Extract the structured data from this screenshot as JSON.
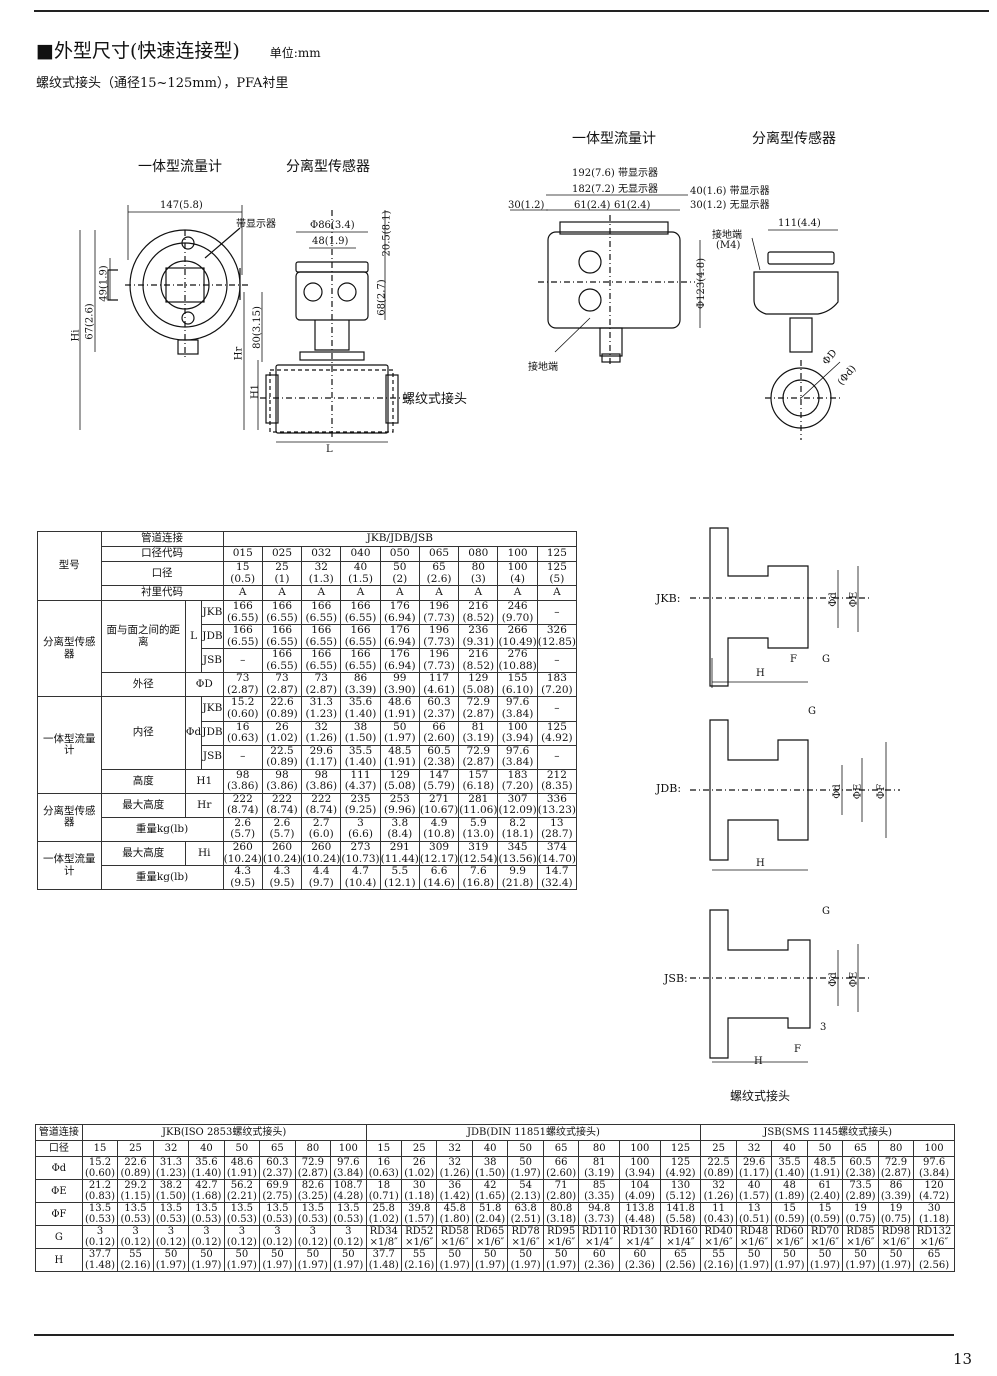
{
  "header": {
    "title": "■外型尺寸(快速连接型)",
    "unit": "单位:mm",
    "subtitle": "螺纹式接头（通径15~125mm），PFA衬里",
    "page_number": "13"
  },
  "drawing_left": {
    "label_integral": "一体型流量计",
    "label_separate": "分离型传感器",
    "dim_147": "147(5.8)",
    "dim_display": "带显示器",
    "dim_phi86": "Φ86(3.4)",
    "dim_48": "48(1.9)",
    "dim_20_5": "20.5(8.1)",
    "dim_68": "68(2.7)",
    "dim_80": "80(3.15)",
    "dim_49": "49(1.9)",
    "dim_67": "67(2.6)",
    "dim_hi": "Hi",
    "dim_hr": "Hr",
    "dim_h1": "H1",
    "dim_l": "L",
    "thread_label": "螺纹式接头"
  },
  "drawing_right": {
    "label_integral": "一体型流量计",
    "label_separate": "分离型传感器",
    "dim_192": "192(7.6) 带显示器",
    "dim_182": "182(7.2) 无显示器",
    "dim_30_left": "30(1.2)",
    "dim_61a": "61(2.4)",
    "dim_61b": "61(2.4)",
    "dim_40": "40(1.6) 带显示器",
    "dim_30_right": "30(1.2) 无显示器",
    "ground_terminal": "接地端",
    "ground_m4": "(M4)",
    "ground_terminal_bottom": "接地端",
    "dim_phi123": "Φ123(4.8)",
    "dim_111": "111(4.4)",
    "dim_phid_upper": "ΦD",
    "dim_phid_lower": "(Φd)"
  },
  "fittings": {
    "jkb": "JKB:",
    "jdb": "JDB:",
    "jsb": "JSB:",
    "phi_d": "Φd",
    "phi_e": "ΦE",
    "phi_f": "ΦF",
    "f": "F",
    "g": "G",
    "h": "H",
    "three": "3",
    "caption": "螺纹式接头"
  },
  "table1": {
    "model": "型号",
    "pipe_conn": "管道连接",
    "pipe_conn_value": "JKB/JDB/JSB",
    "size_code": "口径代码",
    "bore": "口径",
    "lining_code": "衬里代码",
    "sep_sensor": "分离型传感器",
    "integral": "一体型流量计",
    "face_dist": "面与面之间的距离",
    "L": "L",
    "JKB": "JKB",
    "JDB": "JDB",
    "JSB": "JSB",
    "outer_dia": "外径",
    "phiD": "ΦD",
    "inner_dia": "内径",
    "phid": "Φd",
    "height": "高度",
    "H1": "H1",
    "max_height": "最大高度",
    "Hr": "Hr",
    "Hi": "Hi",
    "weight": "重量kg(lb)",
    "codes": [
      "015",
      "025",
      "032",
      "040",
      "050",
      "065",
      "080",
      "100",
      "125"
    ],
    "bores": [
      [
        "15",
        "(0.5)"
      ],
      [
        "25",
        "(1)"
      ],
      [
        "32",
        "(1.3)"
      ],
      [
        "40",
        "(1.5)"
      ],
      [
        "50",
        "(2)"
      ],
      [
        "65",
        "(2.6)"
      ],
      [
        "80",
        "(3)"
      ],
      [
        "100",
        "(4)"
      ],
      [
        "125",
        "(5)"
      ]
    ],
    "lining": [
      "A",
      "A",
      "A",
      "A",
      "A",
      "A",
      "A",
      "A",
      "A"
    ],
    "L_JKB": [
      [
        "166",
        "(6.55)"
      ],
      [
        "166",
        "(6.55)"
      ],
      [
        "166",
        "(6.55)"
      ],
      [
        "166",
        "(6.55)"
      ],
      [
        "176",
        "(6.94)"
      ],
      [
        "196",
        "(7.73)"
      ],
      [
        "216",
        "(8.52)"
      ],
      [
        "246",
        "(9.70)"
      ],
      [
        "–",
        ""
      ]
    ],
    "L_JDB": [
      [
        "166",
        "(6.55)"
      ],
      [
        "166",
        "(6.55)"
      ],
      [
        "166",
        "(6.55)"
      ],
      [
        "166",
        "(6.55)"
      ],
      [
        "176",
        "(6.94)"
      ],
      [
        "196",
        "(7.73)"
      ],
      [
        "236",
        "(9.31)"
      ],
      [
        "266",
        "(10.49)"
      ],
      [
        "326",
        "(12.85)"
      ]
    ],
    "L_JSB": [
      [
        "–",
        ""
      ],
      [
        "166",
        "(6.55)"
      ],
      [
        "166",
        "(6.55)"
      ],
      [
        "166",
        "(6.55)"
      ],
      [
        "176",
        "(6.94)"
      ],
      [
        "196",
        "(7.73)"
      ],
      [
        "216",
        "(8.52)"
      ],
      [
        "276",
        "(10.88)"
      ],
      [
        "–",
        ""
      ]
    ],
    "D": [
      [
        "73",
        "(2.87)"
      ],
      [
        "73",
        "(2.87)"
      ],
      [
        "73",
        "(2.87)"
      ],
      [
        "86",
        "(3.39)"
      ],
      [
        "99",
        "(3.90)"
      ],
      [
        "117",
        "(4.61)"
      ],
      [
        "129",
        "(5.08)"
      ],
      [
        "155",
        "(6.10)"
      ],
      [
        "183",
        "(7.20)"
      ]
    ],
    "d_JKB": [
      [
        "15.2",
        "(0.60)"
      ],
      [
        "22.6",
        "(0.89)"
      ],
      [
        "31.3",
        "(1.23)"
      ],
      [
        "35.6",
        "(1.40)"
      ],
      [
        "48.6",
        "(1.91)"
      ],
      [
        "60.3",
        "(2.37)"
      ],
      [
        "72.9",
        "(2.87)"
      ],
      [
        "97.6",
        "(3.84)"
      ],
      [
        "–",
        ""
      ]
    ],
    "d_JDB": [
      [
        "16",
        "(0.63)"
      ],
      [
        "26",
        "(1.02)"
      ],
      [
        "32",
        "(1.26)"
      ],
      [
        "38",
        "(1.50)"
      ],
      [
        "50",
        "(1.97)"
      ],
      [
        "66",
        "(2.60)"
      ],
      [
        "81",
        "(3.19)"
      ],
      [
        "100",
        "(3.94)"
      ],
      [
        "125",
        "(4.92)"
      ]
    ],
    "d_JSB": [
      [
        "–",
        ""
      ],
      [
        "22.5",
        "(0.89)"
      ],
      [
        "29.6",
        "(1.17)"
      ],
      [
        "35.5",
        "(1.40)"
      ],
      [
        "48.5",
        "(1.91)"
      ],
      [
        "60.5",
        "(2.38)"
      ],
      [
        "72.9",
        "(2.87)"
      ],
      [
        "97.6",
        "(3.84)"
      ],
      [
        "–",
        ""
      ]
    ],
    "H1_vals": [
      [
        "98",
        "(3.86)"
      ],
      [
        "98",
        "(3.86)"
      ],
      [
        "98",
        "(3.86)"
      ],
      [
        "111",
        "(4.37)"
      ],
      [
        "129",
        "(5.08)"
      ],
      [
        "147",
        "(5.79)"
      ],
      [
        "157",
        "(6.18)"
      ],
      [
        "183",
        "(7.20)"
      ],
      [
        "212",
        "(8.35)"
      ]
    ],
    "Hr_vals": [
      [
        "222",
        "(8.74)"
      ],
      [
        "222",
        "(8.74)"
      ],
      [
        "222",
        "(8.74)"
      ],
      [
        "235",
        "(9.25)"
      ],
      [
        "253",
        "(9.96)"
      ],
      [
        "271",
        "(10.67)"
      ],
      [
        "281",
        "(11.06)"
      ],
      [
        "307",
        "(12.09)"
      ],
      [
        "336",
        "(13.23)"
      ]
    ],
    "W_sep": [
      [
        "2.6",
        "(5.7)"
      ],
      [
        "2.6",
        "(5.7)"
      ],
      [
        "2.7",
        "(6.0)"
      ],
      [
        "3",
        "(6.6)"
      ],
      [
        "3.8",
        "(8.4)"
      ],
      [
        "4.9",
        "(10.8)"
      ],
      [
        "5.9",
        "(13.0)"
      ],
      [
        "8.2",
        "(18.1)"
      ],
      [
        "13",
        "(28.7)"
      ]
    ],
    "Hi_vals": [
      [
        "260",
        "(10.24)"
      ],
      [
        "260",
        "(10.24)"
      ],
      [
        "260",
        "(10.24)"
      ],
      [
        "273",
        "(10.73)"
      ],
      [
        "291",
        "(11.44)"
      ],
      [
        "309",
        "(12.17)"
      ],
      [
        "319",
        "(12.54)"
      ],
      [
        "345",
        "(13.56)"
      ],
      [
        "374",
        "(14.70)"
      ]
    ],
    "W_int": [
      [
        "4.3",
        "(9.5)"
      ],
      [
        "4.3",
        "(9.5)"
      ],
      [
        "4.4",
        "(9.7)"
      ],
      [
        "4.7",
        "(10.4)"
      ],
      [
        "5.5",
        "(12.1)"
      ],
      [
        "6.6",
        "(14.6)"
      ],
      [
        "7.6",
        "(16.8)"
      ],
      [
        "9.9",
        "(21.8)"
      ],
      [
        "14.7",
        "(32.4)"
      ]
    ]
  },
  "table2": {
    "pipe_conn": "管道连接",
    "bore": "口径",
    "jkb_head": "JKB(ISO 2853螺纹式接头)",
    "jdb_head": "JDB(DIN 11851螺纹式接头)",
    "jsb_head": "JSB(SMS 1145螺纹式接头)",
    "row_labels": [
      "Φd",
      "ΦE",
      "ΦF",
      "G",
      "H"
    ],
    "sizes": [
      "15",
      "25",
      "32",
      "40",
      "50",
      "65",
      "80",
      "100",
      "15",
      "25",
      "32",
      "40",
      "50",
      "65",
      "80",
      "100",
      "125",
      "25",
      "32",
      "40",
      "50",
      "65",
      "80",
      "100"
    ],
    "phid": [
      [
        "15.2",
        "(0.60)"
      ],
      [
        "22.6",
        "(0.89)"
      ],
      [
        "31.3",
        "(1.23)"
      ],
      [
        "35.6",
        "(1.40)"
      ],
      [
        "48.6",
        "(1.91)"
      ],
      [
        "60.3",
        "(2.37)"
      ],
      [
        "72.9",
        "(2.87)"
      ],
      [
        "97.6",
        "(3.84)"
      ],
      [
        "16",
        "(0.63)"
      ],
      [
        "26",
        "(1.02)"
      ],
      [
        "32",
        "(1.26)"
      ],
      [
        "38",
        "(1.50)"
      ],
      [
        "50",
        "(1.97)"
      ],
      [
        "66",
        "(2.60)"
      ],
      [
        "81",
        "(3.19)"
      ],
      [
        "100",
        "(3.94)"
      ],
      [
        "125",
        "(4.92)"
      ],
      [
        "22.5",
        "(0.89)"
      ],
      [
        "29.6",
        "(1.17)"
      ],
      [
        "35.5",
        "(1.40)"
      ],
      [
        "48.5",
        "(1.91)"
      ],
      [
        "60.5",
        "(2.38)"
      ],
      [
        "72.9",
        "(2.87)"
      ],
      [
        "97.6",
        "(3.84)"
      ]
    ],
    "phiE": [
      [
        "21.2",
        "(0.83)"
      ],
      [
        "29.2",
        "(1.15)"
      ],
      [
        "38.2",
        "(1.50)"
      ],
      [
        "42.7",
        "(1.68)"
      ],
      [
        "56.2",
        "(2.21)"
      ],
      [
        "69.9",
        "(2.75)"
      ],
      [
        "82.6",
        "(3.25)"
      ],
      [
        "108.7",
        "(4.28)"
      ],
      [
        "18",
        "(0.71)"
      ],
      [
        "30",
        "(1.18)"
      ],
      [
        "36",
        "(1.42)"
      ],
      [
        "42",
        "(1.65)"
      ],
      [
        "54",
        "(2.13)"
      ],
      [
        "71",
        "(2.80)"
      ],
      [
        "85",
        "(3.35)"
      ],
      [
        "104",
        "(4.09)"
      ],
      [
        "130",
        "(5.12)"
      ],
      [
        "32",
        "(1.26)"
      ],
      [
        "40",
        "(1.57)"
      ],
      [
        "48",
        "(1.89)"
      ],
      [
        "61",
        "(2.40)"
      ],
      [
        "73.5",
        "(2.89)"
      ],
      [
        "86",
        "(3.39)"
      ],
      [
        "120",
        "(4.72)"
      ]
    ],
    "phiF": [
      [
        "13.5",
        "(0.53)"
      ],
      [
        "13.5",
        "(0.53)"
      ],
      [
        "13.5",
        "(0.53)"
      ],
      [
        "13.5",
        "(0.53)"
      ],
      [
        "13.5",
        "(0.53)"
      ],
      [
        "13.5",
        "(0.53)"
      ],
      [
        "13.5",
        "(0.53)"
      ],
      [
        "13.5",
        "(0.53)"
      ],
      [
        "25.8",
        "(1.02)"
      ],
      [
        "39.8",
        "(1.57)"
      ],
      [
        "45.8",
        "(1.80)"
      ],
      [
        "51.8",
        "(2.04)"
      ],
      [
        "63.8",
        "(2.51)"
      ],
      [
        "80.8",
        "(3.18)"
      ],
      [
        "94.8",
        "(3.73)"
      ],
      [
        "113.8",
        "(4.48)"
      ],
      [
        "141.8",
        "(5.58)"
      ],
      [
        "11",
        "(0.43)"
      ],
      [
        "13",
        "(0.51)"
      ],
      [
        "15",
        "(0.59)"
      ],
      [
        "15",
        "(0.59)"
      ],
      [
        "19",
        "(0.75)"
      ],
      [
        "19",
        "(0.75)"
      ],
      [
        "30",
        "(1.18)"
      ]
    ],
    "G": [
      [
        "3",
        "(0.12)"
      ],
      [
        "3",
        "(0.12)"
      ],
      [
        "3",
        "(0.12)"
      ],
      [
        "3",
        "(0.12)"
      ],
      [
        "3",
        "(0.12)"
      ],
      [
        "3",
        "(0.12)"
      ],
      [
        "3",
        "(0.12)"
      ],
      [
        "3",
        "(0.12)"
      ],
      [
        "RD34",
        "×1/8″"
      ],
      [
        "RD52",
        "×1/6″"
      ],
      [
        "RD58",
        "×1/6″"
      ],
      [
        "RD65",
        "×1/6″"
      ],
      [
        "RD78",
        "×1/6″"
      ],
      [
        "RD95",
        "×1/6″"
      ],
      [
        "RD110",
        "×1/4″"
      ],
      [
        "RD130",
        "×1/4″"
      ],
      [
        "RD160",
        "×1/4″"
      ],
      [
        "RD40",
        "×1/6″"
      ],
      [
        "RD48",
        "×1/6″"
      ],
      [
        "RD60",
        "×1/6″"
      ],
      [
        "RD70",
        "×1/6″"
      ],
      [
        "RD85",
        "×1/6″"
      ],
      [
        "RD98",
        "×1/6″"
      ],
      [
        "RD132",
        "×1/6″"
      ]
    ],
    "H": [
      [
        "37.7",
        "(1.48)"
      ],
      [
        "55",
        "(2.16)"
      ],
      [
        "50",
        "(1.97)"
      ],
      [
        "50",
        "(1.97)"
      ],
      [
        "50",
        "(1.97)"
      ],
      [
        "50",
        "(1.97)"
      ],
      [
        "50",
        "(1.97)"
      ],
      [
        "50",
        "(1.97)"
      ],
      [
        "37.7",
        "(1.48)"
      ],
      [
        "55",
        "(2.16)"
      ],
      [
        "50",
        "(1.97)"
      ],
      [
        "50",
        "(1.97)"
      ],
      [
        "50",
        "(1.97)"
      ],
      [
        "50",
        "(1.97)"
      ],
      [
        "60",
        "(2.36)"
      ],
      [
        "60",
        "(2.36)"
      ],
      [
        "65",
        "(2.56)"
      ],
      [
        "55",
        "(2.16)"
      ],
      [
        "50",
        "(1.97)"
      ],
      [
        "50",
        "(1.97)"
      ],
      [
        "50",
        "(1.97)"
      ],
      [
        "50",
        "(1.97)"
      ],
      [
        "50",
        "(1.97)"
      ],
      [
        "65",
        "(2.56)"
      ]
    ]
  }
}
